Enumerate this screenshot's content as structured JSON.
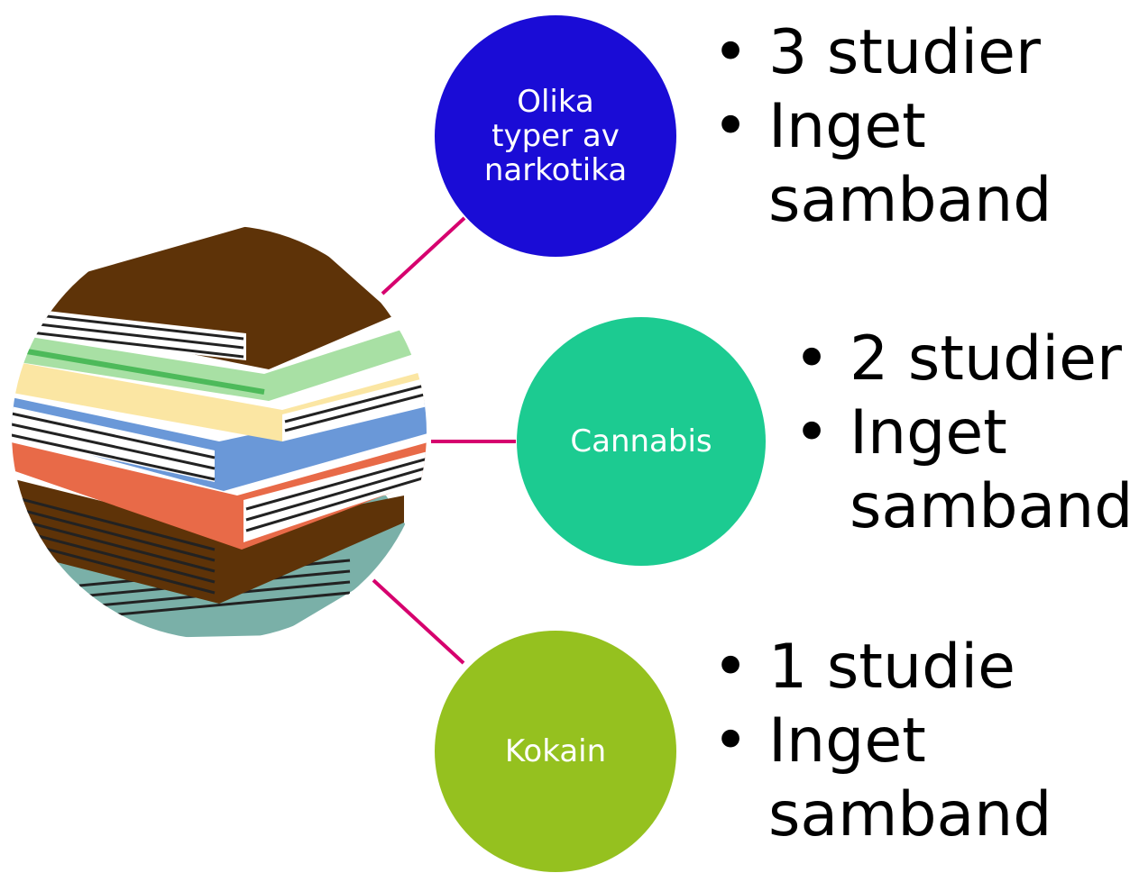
{
  "colors": {
    "connector": "#D6006E",
    "node_1": "#1A0CD6",
    "node_2": "#1CCB91",
    "node_3": "#95C11F"
  },
  "image": {
    "icon": "stack-of-books-icon"
  },
  "branches": [
    {
      "node_label": "Olika\ntyper av\nnarkotika",
      "bullets": [
        "3 studier",
        "Inget\nsamband"
      ]
    },
    {
      "node_label": "Cannabis",
      "bullets": [
        "2 studier",
        "Inget\nsamband"
      ]
    },
    {
      "node_label": "Kokain",
      "bullets": [
        "1 studie",
        "Inget\nsamband"
      ]
    }
  ]
}
